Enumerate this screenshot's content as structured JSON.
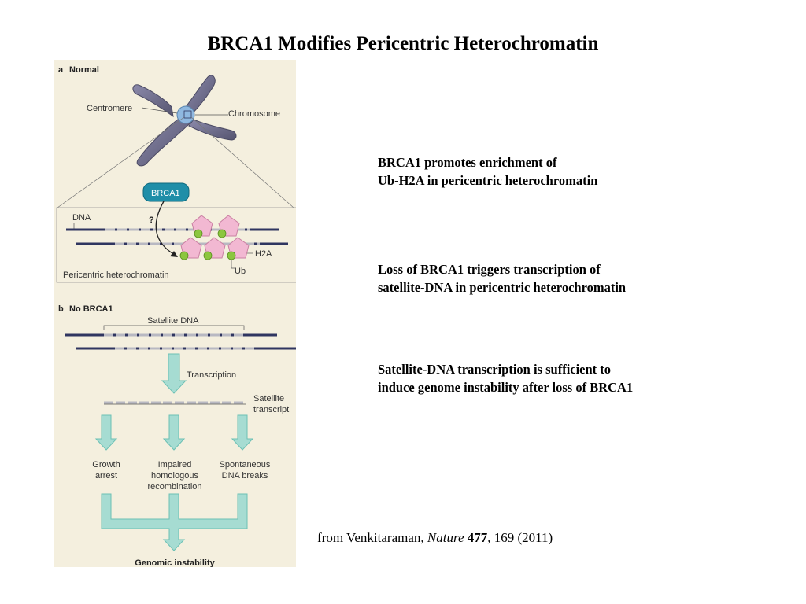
{
  "slide": {
    "title": "BRCA1 Modifies Pericentric Heterochromatin",
    "statements": [
      {
        "line1": "BRCA1 promotes enrichment of",
        "line2": "Ub-H2A in pericentric heterochromatin"
      },
      {
        "line1": "Loss of BRCA1 triggers transcription of",
        "line2": "satellite-DNA in pericentric heterochromatin"
      },
      {
        "line1": "Satellite-DNA transcription is sufficient to",
        "line2": "induce genome instability after loss of BRCA1"
      }
    ],
    "citation": {
      "prefix": "from Venkitaraman, ",
      "journal": "Nature",
      "volume": "477",
      "rest": ", 169 (2011)"
    }
  },
  "figure": {
    "panel_a": {
      "letter": "a",
      "heading": "Normal",
      "centromere_label": "Centromere",
      "chromosome_label": "Chromosome",
      "brca1_label": "BRCA1",
      "dna_label": "DNA",
      "question_mark": "?",
      "h2a_label": "H2A",
      "ub_label": "Ub",
      "region_label": "Pericentric heterochromatin"
    },
    "panel_b": {
      "letter": "b",
      "heading": "No BRCA1",
      "satellite_dna_label": "Satellite DNA",
      "transcription_label": "Transcription",
      "satellite_transcript_line1": "Satellite",
      "satellite_transcript_line2": "transcript",
      "outcomes": [
        {
          "line1": "Growth",
          "line2": "arrest",
          "line3": ""
        },
        {
          "line1": "Impaired",
          "line2": "homologous",
          "line3": "recombination"
        },
        {
          "line1": "Spontaneous",
          "line2": "DNA breaks",
          "line3": ""
        }
      ],
      "final_label": "Genomic instability"
    },
    "colors": {
      "panel_bg": "#f4efde",
      "dna_strand": "#2f3560",
      "satellite_segment": "#b8b8c2",
      "chromosome": "#6b6a8c",
      "centromere": "#8fb8e0",
      "brca1_box": "#1f8ea8",
      "histone": "#f2b8d2",
      "ub_dot": "#8cc63e",
      "arrow_teal": "#a6dcd2",
      "arrow_teal_stroke": "#6cc0b4"
    }
  }
}
